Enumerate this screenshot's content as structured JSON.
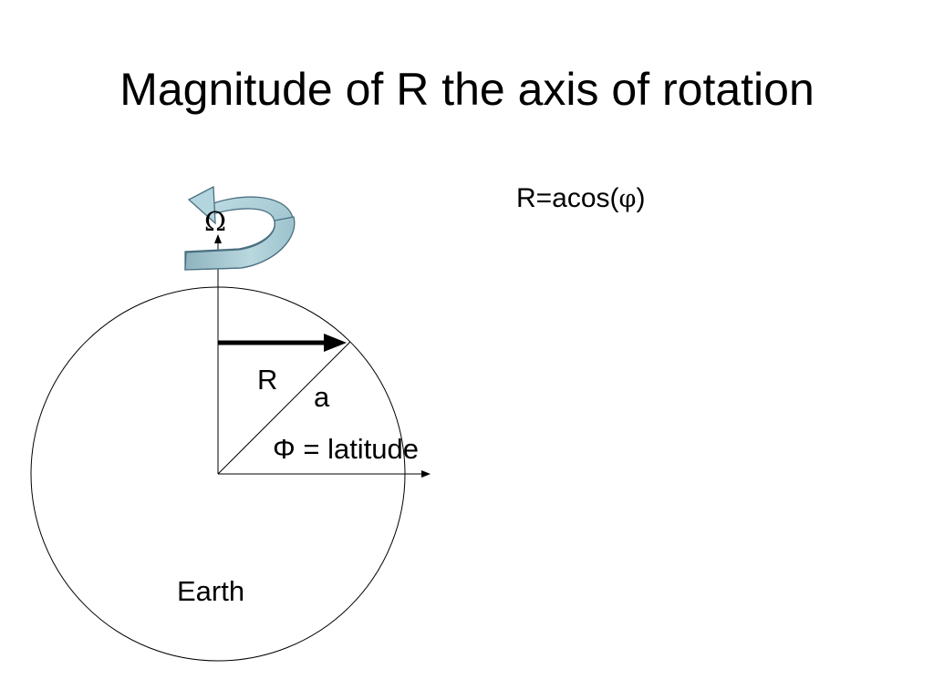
{
  "slide": {
    "title": "Magnitude of R the axis of rotation"
  },
  "formula": {
    "prefix": "R=acos(",
    "symbol": "φ",
    "suffix": ")"
  },
  "diagram": {
    "omega_label": "Ω",
    "r_label": "R",
    "a_label": "a",
    "latitude_label": "Φ = latitude",
    "earth_label": "Earth",
    "colors": {
      "stroke": "#000000",
      "rotation_arrow_fill": "#a9cdd6",
      "rotation_arrow_outline": "#4a6f80"
    }
  }
}
